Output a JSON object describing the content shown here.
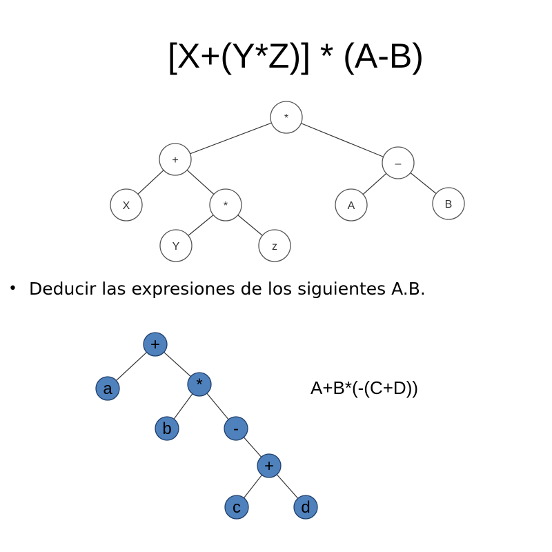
{
  "title_expression": "[X+(Y*Z)] * (A-B)",
  "bullet_text": "Deducir las expresiones de los siguientes A.B.",
  "answer_expression": "A+B*(-(C+D))",
  "colors": {
    "tree1_node_fill": "#ffffff",
    "tree1_node_stroke": "#555555",
    "tree2_node_fill": "#4f81bd",
    "tree2_node_stroke": "#1f3f6a",
    "edge": "#333333"
  },
  "tree1": {
    "nodes": [
      {
        "id": "t1-root",
        "label": "*"
      },
      {
        "id": "t1-plus",
        "label": "+"
      },
      {
        "id": "t1-minus",
        "label": "–"
      },
      {
        "id": "t1-x",
        "label": "X"
      },
      {
        "id": "t1-mul",
        "label": "*"
      },
      {
        "id": "t1-a",
        "label": "A"
      },
      {
        "id": "t1-b",
        "label": "B"
      },
      {
        "id": "t1-y",
        "label": "Y"
      },
      {
        "id": "t1-z",
        "label": "z"
      }
    ],
    "edges": [
      [
        "t1-root",
        "t1-plus"
      ],
      [
        "t1-root",
        "t1-minus"
      ],
      [
        "t1-plus",
        "t1-x"
      ],
      [
        "t1-plus",
        "t1-mul"
      ],
      [
        "t1-mul",
        "t1-y"
      ],
      [
        "t1-mul",
        "t1-z"
      ],
      [
        "t1-minus",
        "t1-a"
      ],
      [
        "t1-minus",
        "t1-b"
      ]
    ]
  },
  "tree2": {
    "nodes": [
      {
        "id": "t2-root",
        "label": "+"
      },
      {
        "id": "t2-a",
        "label": "a"
      },
      {
        "id": "t2-mul",
        "label": "*"
      },
      {
        "id": "t2-b",
        "label": "b"
      },
      {
        "id": "t2-neg",
        "label": "-"
      },
      {
        "id": "t2-plus",
        "label": "+"
      },
      {
        "id": "t2-c",
        "label": "c"
      },
      {
        "id": "t2-d",
        "label": "d"
      }
    ],
    "edges": [
      [
        "t2-root",
        "t2-a"
      ],
      [
        "t2-root",
        "t2-mul"
      ],
      [
        "t2-mul",
        "t2-b"
      ],
      [
        "t2-mul",
        "t2-neg"
      ],
      [
        "t2-neg",
        "t2-plus"
      ],
      [
        "t2-plus",
        "t2-c"
      ],
      [
        "t2-plus",
        "t2-d"
      ]
    ]
  }
}
